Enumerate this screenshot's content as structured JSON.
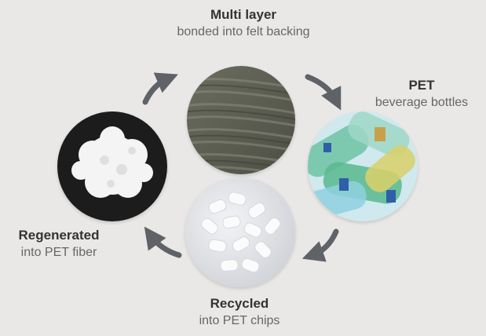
{
  "steps": [
    {
      "title": "Multi layer",
      "subtitle": "bonded into felt backing",
      "image": "felt-texture"
    },
    {
      "title": "PET",
      "subtitle": "beverage bottles",
      "image": "plastic-bottles"
    },
    {
      "title": "Recycled",
      "subtitle": "into PET chips",
      "image": "pet-chips"
    },
    {
      "title": "Regenerated",
      "subtitle": "into PET fiber",
      "image": "pet-fiber"
    }
  ],
  "colors": {
    "background": "#e9e8e6",
    "arrow": "#5f6367",
    "title": "#333333",
    "subtitle": "#666666"
  },
  "icons": [
    "cycle-arrow-icon"
  ]
}
